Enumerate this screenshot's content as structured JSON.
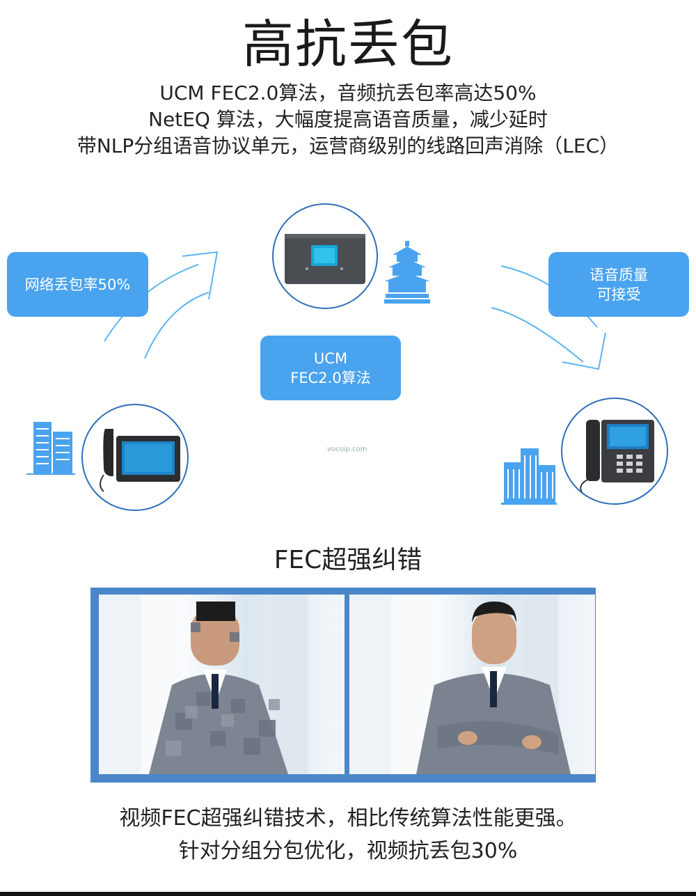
{
  "title": "高抗丢包",
  "description": [
    "UCM FEC2.0算法，音频抗丢包率高达50%",
    "NetEQ 算法，大幅度提高语音质量，减少延时",
    "带NLP分组语音协议单元，运营商级别的线路回声消除（LEC）"
  ],
  "diagram": {
    "loss_label": "网络丢包率50%",
    "quality_label": [
      "语音质量",
      "可接受"
    ],
    "ucm_label": [
      "UCM",
      "FEC2.0算法"
    ]
  },
  "watermark": "vocoip.com",
  "fec_title": "FEC超强纠错",
  "bottom_text": [
    "视频FEC超强纠错技术，相比传统算法性能更强。",
    "针对分组分包优化，视频抗丢包30%"
  ],
  "colors": {
    "accent_blue": "#4aa3ef",
    "frame_blue": "#4b87c8",
    "circle_border": "#2e6fb8"
  }
}
